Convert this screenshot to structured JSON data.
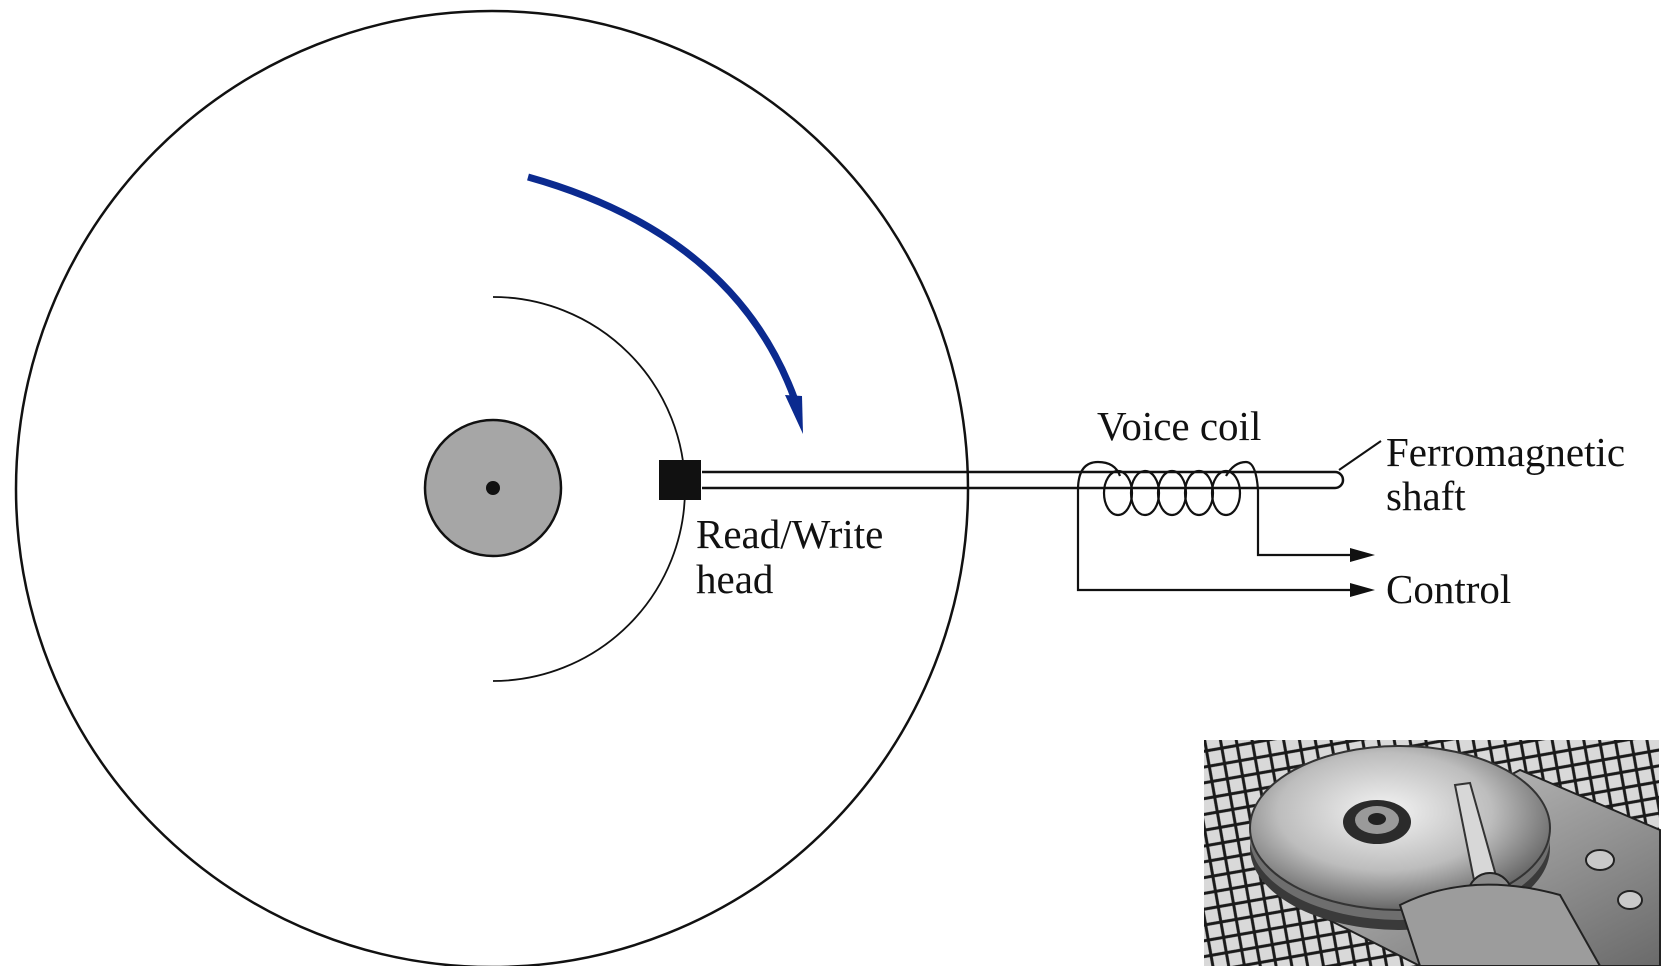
{
  "labels": {
    "voice_coil": "Voice coil",
    "ferromagnetic_line1": "Ferromagnetic",
    "ferromagnetic_line2": "shaft",
    "rw_head_line1": "Read/Write",
    "rw_head_line2": "head",
    "control": "Control"
  },
  "rotation_direction": "clockwise",
  "colors": {
    "rotation_arrow": "#0b2a8f",
    "hub": "#a6a6a6",
    "ink": "#111111"
  },
  "photo": {
    "subject": "hard disk drive with cover removed (platter and actuator arm)"
  }
}
